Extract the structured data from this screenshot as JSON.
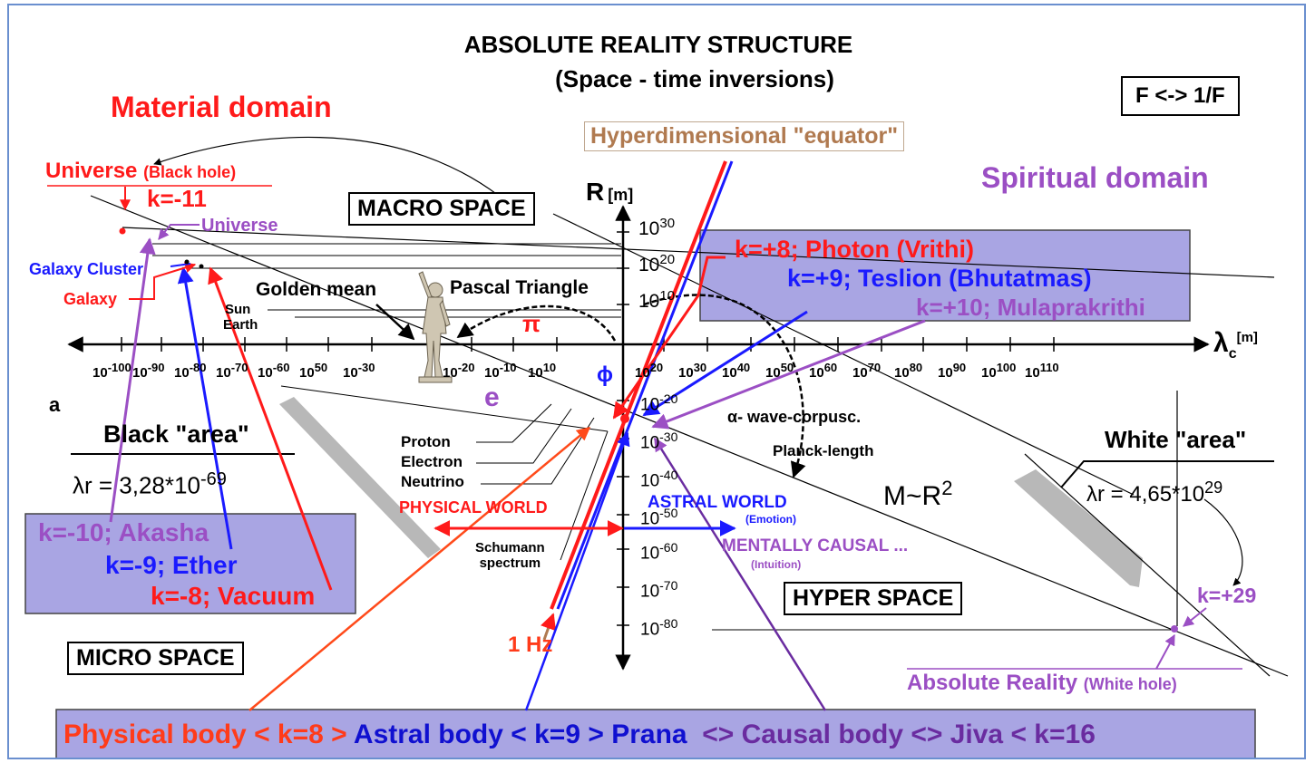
{
  "title": {
    "line1": "ABSOLUTE REALITY STRUCTURE",
    "line2": "(Space - time inversions)"
  },
  "inversion_box": "F <-> 1/F",
  "domains": {
    "material": "Material domain",
    "spiritual": "Spiritual domain"
  },
  "equator": "Hyperdimensional \"equator\"",
  "space_boxes": {
    "macro": "MACRO SPACE",
    "micro": "MICRO SPACE",
    "hyper": "HYPER SPACE"
  },
  "axes": {
    "r_label": "R",
    "r_unit": "[m]",
    "lambda_label": "λ",
    "lambda_sub": "c",
    "lambda_unit": "[m]",
    "x_ticks": [
      {
        "b": "10",
        "e": "-100"
      },
      {
        "b": "10",
        "e": "-90"
      },
      {
        "b": "10",
        "e": "-80"
      },
      {
        "b": "10",
        "e": "-70"
      },
      {
        "b": "10",
        "e": "-60"
      },
      {
        "b": "10",
        "e": "50"
      },
      {
        "b": "10",
        "e": "-30"
      },
      {
        "b": "10",
        "e": "-20"
      },
      {
        "b": "10",
        "e": "-10"
      },
      {
        "b": "10",
        "e": "10"
      },
      {
        "b": "10",
        "e": "20"
      },
      {
        "b": "10",
        "e": "30"
      },
      {
        "b": "10",
        "e": "40"
      },
      {
        "b": "10",
        "e": "50"
      },
      {
        "b": "10",
        "e": "60"
      },
      {
        "b": "10",
        "e": "70"
      },
      {
        "b": "10",
        "e": "80"
      },
      {
        "b": "10",
        "e": "90"
      },
      {
        "b": "10",
        "e": "100"
      },
      {
        "b": "10",
        "e": "110"
      }
    ],
    "y_ticks_up": [
      {
        "b": "10",
        "e": "30"
      },
      {
        "b": "10",
        "e": "20"
      },
      {
        "b": "10",
        "e": "10"
      }
    ],
    "y_ticks_down": [
      {
        "b": "10",
        "e": "-20"
      },
      {
        "b": "10",
        "e": "-30"
      },
      {
        "b": "10",
        "e": "-40"
      },
      {
        "b": "10",
        "e": "-50"
      },
      {
        "b": "10",
        "e": "-60"
      },
      {
        "b": "10",
        "e": "-70"
      },
      {
        "b": "10",
        "e": "-80"
      }
    ]
  },
  "left_labels": {
    "universe_bh": "Universe",
    "universe_bh_note": "(Black hole)",
    "k_minus_11": "k=-11",
    "universe": "Universe",
    "galaxy_cluster": "Galaxy Cluster",
    "galaxy": "Galaxy",
    "golden_mean": "Golden mean",
    "pascal": "Pascal Triangle",
    "sun": "Sun",
    "earth": "Earth",
    "pi": "π",
    "phi": "ϕ",
    "e": "e",
    "a": "a",
    "proton": "Proton",
    "electron": "Electron",
    "neutrino": "Neutrino",
    "schumann1": "Schumann",
    "schumann2": "spectrum",
    "one_hz": "1 Hz"
  },
  "black_area": {
    "title": "Black \"area\"",
    "formula": "λr = 3,28*10",
    "exp": "-69"
  },
  "white_area": {
    "title": "White \"area\"",
    "formula": "λr = 4,65*10",
    "exp": "29"
  },
  "left_panel": {
    "akasha": "k=-10; Akasha",
    "ether": "k=-9; Ether",
    "vacuum": "k=-8; Vacuum"
  },
  "right_panel": {
    "photon": "k=+8; Photon (Vrithi)",
    "teslion": "k=+9; Teslion (Bhutatmas)",
    "mula": "k=+10; Mulaprakrithi"
  },
  "worlds": {
    "physical": "PHYSICAL WORLD",
    "astral": "ASTRAL WORLD",
    "astral_note": "(Emotion)",
    "mental": "MENTALLY CAUSAL ...",
    "mental_note": "(Intuition)"
  },
  "right_labels": {
    "alpha": "α- wave-corpusc.",
    "planck": "Planck-length",
    "mr": "M~R",
    "mr_exp": "2",
    "k_plus_29": "k=+29",
    "absolute": "Absolute Reality",
    "absolute_note": "(White hole)"
  },
  "bottom_bar": [
    {
      "text": "Physical body < k=8 > ",
      "color": "#ff3b1a"
    },
    {
      "text": "Astral body < k=9 > Prana  ",
      "color": "#1010d0"
    },
    {
      "text": "<> Causal body <> Jiva < k=16",
      "color": "#6a2ca0"
    }
  ],
  "colors": {
    "red": "#ff1a1a",
    "blue": "#1a1aff",
    "purple": "#9b4fc4",
    "panel": "#a9a5e3",
    "orange": "#ff4a1a",
    "tan": "#b07a50"
  }
}
